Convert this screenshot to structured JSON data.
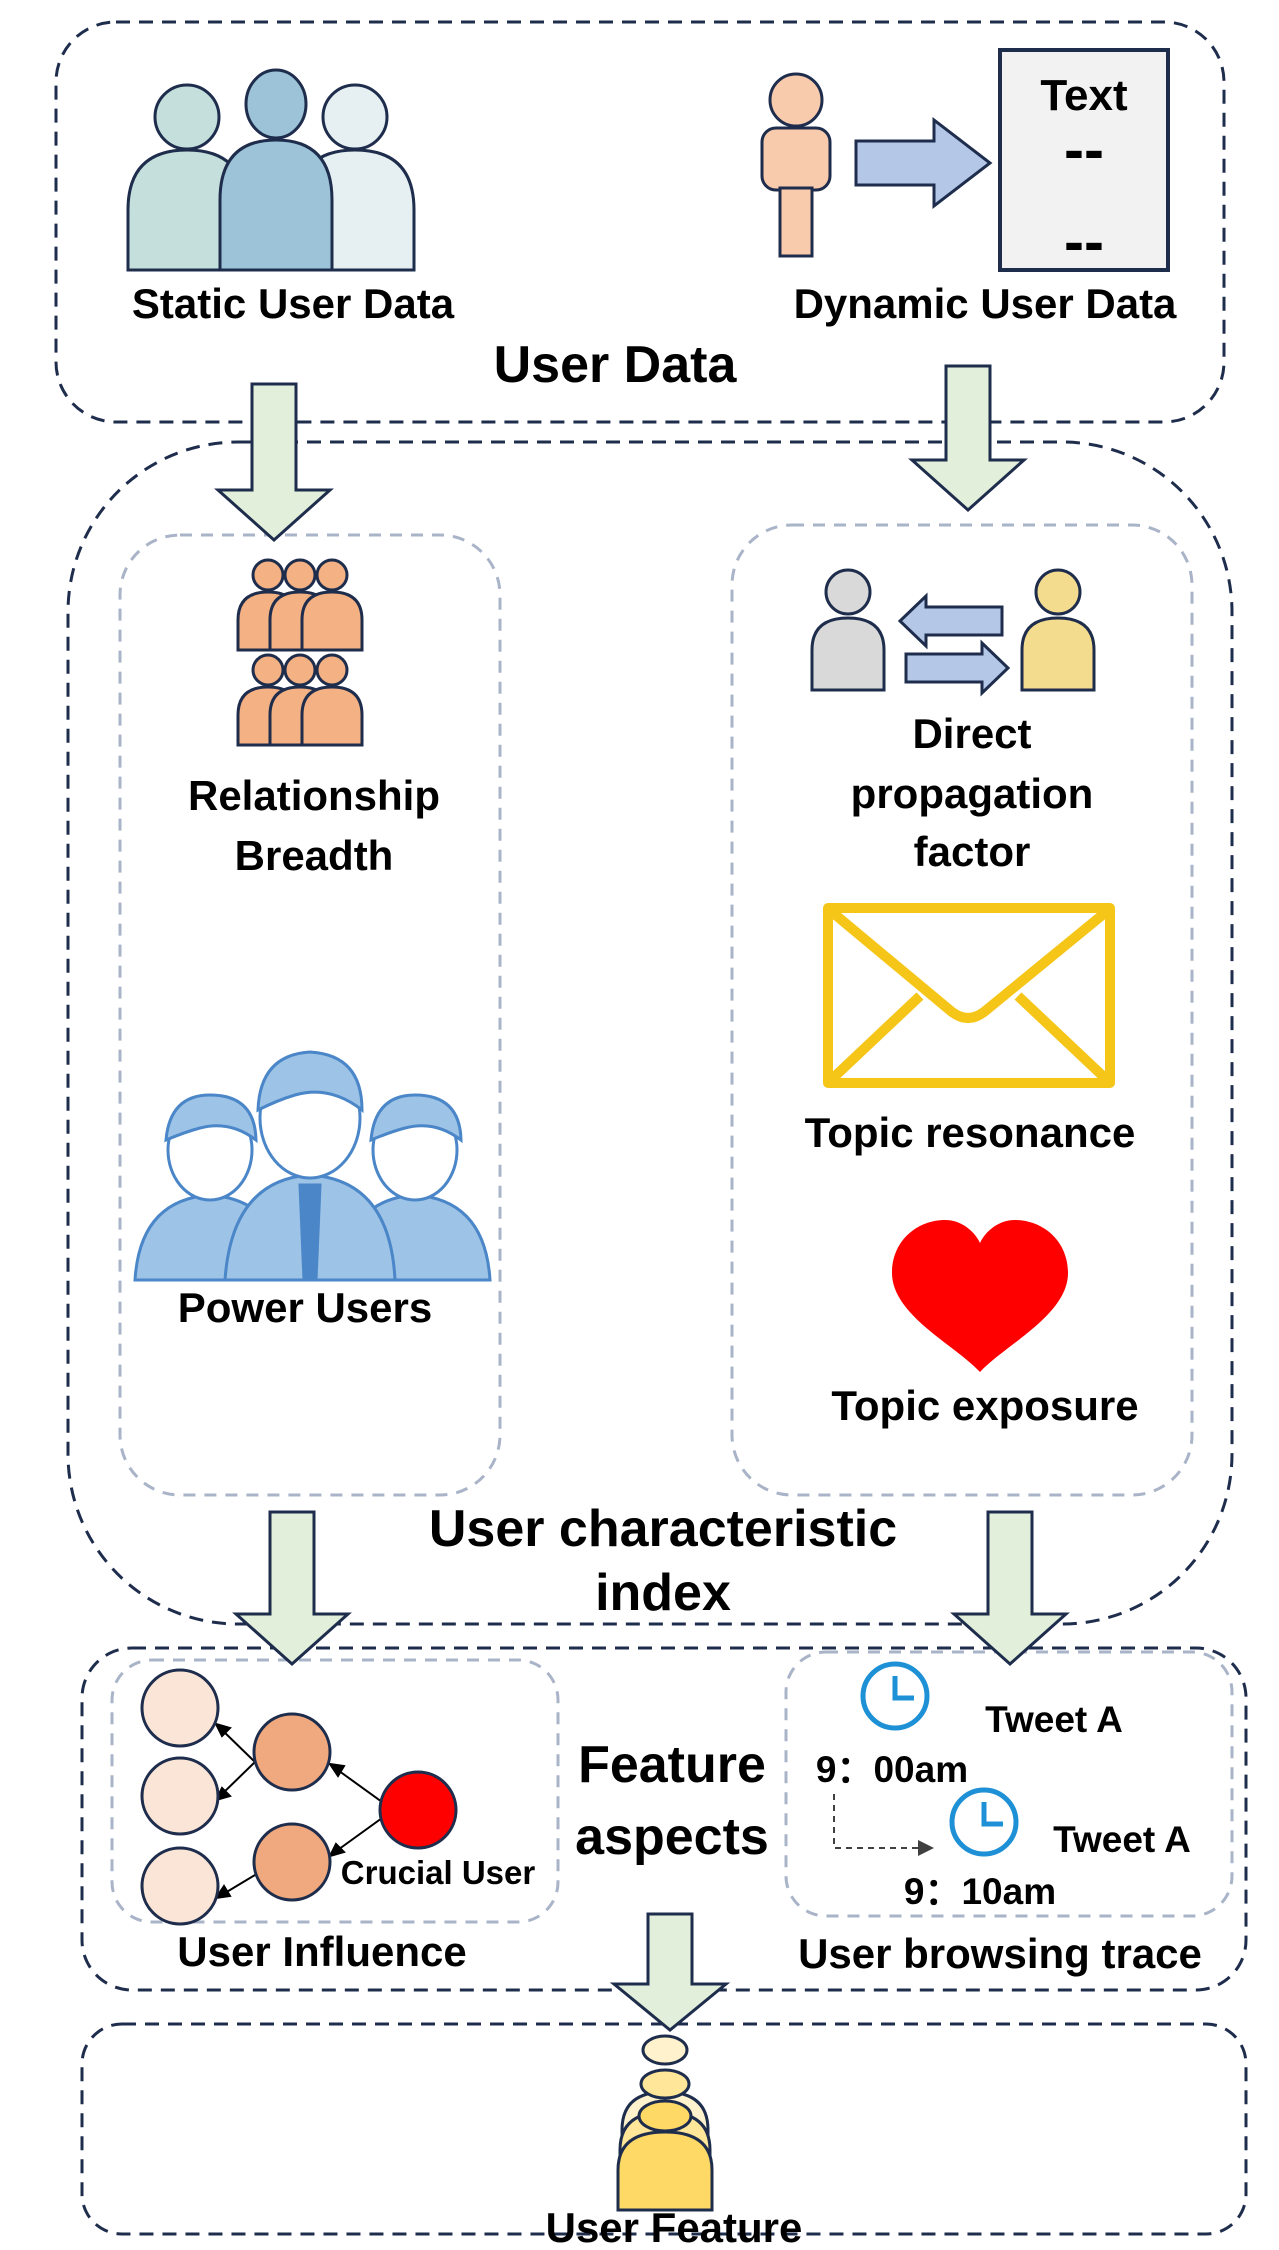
{
  "labels": {
    "static_user_data": "Static User Data",
    "dynamic_user_data": "Dynamic User Data",
    "text_doc_title": "Text",
    "text_doc_line1": "--",
    "text_doc_line2": "--",
    "user_data": "User Data",
    "relationship_line1": "Relationship",
    "relationship_line2": "Breadth",
    "power_users": "Power Users",
    "direct_line1": "Direct",
    "direct_line2": "propagation",
    "direct_line3": "factor",
    "topic_resonance": "Topic resonance",
    "topic_exposure": "Topic exposure",
    "user_characteristic_line1": "User characteristic",
    "user_characteristic_line2": "index",
    "feature_line1": "Feature",
    "feature_line2": "aspects",
    "crucial_user": "Crucial User",
    "user_influence": "User Influence",
    "tweet_a_1": "Tweet A",
    "time_1": "9：00am",
    "tweet_a_2": "Tweet A",
    "time_2": "9：10am",
    "user_browsing_trace": "User browsing trace",
    "user_feature": "User Feature"
  },
  "colors": {
    "dashed_border": "#1f2d4d",
    "inner_dashed": "#aab4c8",
    "down_arrow_fill": "#e2efda",
    "side_arrow_fill": "#b4c7e7",
    "peach": "#f4b183",
    "person_static_1": "#c5e0dc",
    "person_static_2": "#9dc3d8",
    "person_static_3": "#e6f0f2",
    "power_user_blue": "#9dc3e6",
    "envelope_yellow": "#f5c518",
    "heart_red": "#ff0000",
    "clock_blue": "#1e90d6",
    "crucial_red": "#ff0000",
    "node_light": "#fbe5d6",
    "node_mid": "#f0a87e",
    "feature_yellow": "#ffd966"
  },
  "icons": [
    "static-user-group-icon",
    "dynamic-user-icon",
    "text-document-icon",
    "relationship-group-icon",
    "direct-propagation-icon",
    "envelope-icon",
    "power-users-icon",
    "heart-icon",
    "influence-graph-icon",
    "clock-icon",
    "user-feature-stack-icon"
  ]
}
